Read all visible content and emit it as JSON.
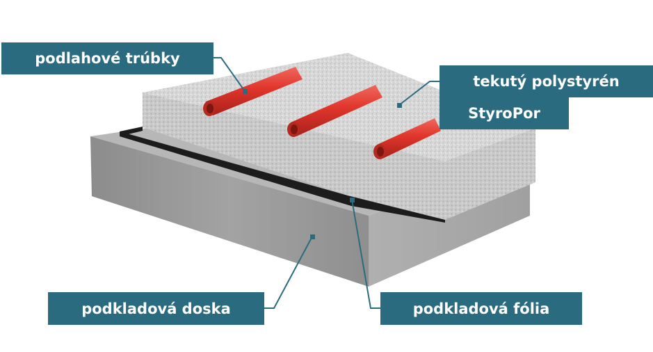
{
  "labels": {
    "pipes": "podlahové trúbky",
    "polystyrene_line1": "tekutý polystyrén",
    "polystyrene_line2": "StyroPor",
    "slab": "podkladová doska",
    "foil": "podkladová fólia"
  },
  "colors": {
    "label_bg": "#2b6b80",
    "label_text": "#ffffff",
    "pipe": "#e0352b",
    "concrete": "#9a9a9a",
    "foil": "#1f1f1f",
    "polystyrene": "#dcdcdc",
    "leader": "#2b6b80"
  }
}
